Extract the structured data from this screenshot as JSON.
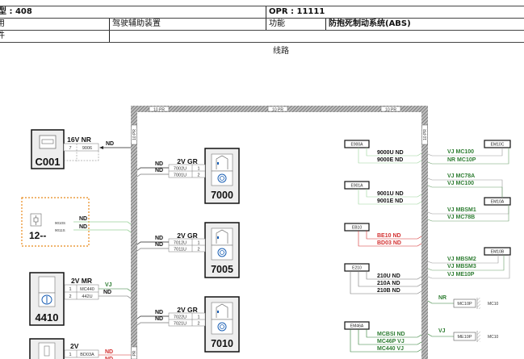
{
  "header": {
    "vehicle": "型 : 408",
    "opr": "OPR : 11111",
    "row2_left": "用",
    "row2_category": "驾驶辅助装置",
    "row2_function_label": "功能",
    "row2_function_value": "防抱死制动系统(ABS)",
    "row3_left": "件",
    "section_title": "线路"
  },
  "bus": {
    "label": "10 PR",
    "top_labels": [
      "10 PR",
      "10 PR",
      "10 PR"
    ],
    "side_labels": [
      "10 PR",
      "10 PR",
      "PR"
    ]
  },
  "colors": {
    "green": "#2e7d32",
    "red": "#d32f2f",
    "orange": "#e8891a",
    "gray": "#888888"
  },
  "left_components": [
    {
      "id": "C001",
      "connector": "16V NR",
      "pins": [
        {
          "pin": "7",
          "wire": "9006"
        }
      ],
      "signals": [
        "ND"
      ]
    },
    {
      "id": "12--",
      "pins": [
        {
          "wire": "9010S"
        },
        {
          "wire": "9011S"
        }
      ],
      "signals": [
        "ND",
        "ND"
      ]
    },
    {
      "id": "4410",
      "connector": "2V MR",
      "pins": [
        {
          "pin": "1",
          "wire": "MC440"
        },
        {
          "pin": "2",
          "wire": "442U"
        }
      ],
      "signals": [
        "VJ",
        "ND"
      ]
    },
    {
      "id": "",
      "connector": "2V",
      "pins": [
        {
          "pin": "1",
          "wire": "BD03A"
        }
      ],
      "signals": [
        "ND",
        "ND"
      ]
    }
  ],
  "sensors": [
    {
      "id": "7000",
      "connector": "2V GR",
      "pins": [
        {
          "pin": "1",
          "wire": "7002U"
        },
        {
          "pin": "2",
          "wire": "7001U"
        }
      ],
      "signals": [
        "ND",
        "ND"
      ]
    },
    {
      "id": "7005",
      "connector": "2V GR",
      "pins": [
        {
          "pin": "1",
          "wire": "7012U"
        },
        {
          "pin": "2",
          "wire": "7011U"
        }
      ],
      "signals": [
        "ND",
        "ND"
      ]
    },
    {
      "id": "7010",
      "connector": "2V GR",
      "pins": [
        {
          "pin": "1",
          "wire": "7022U"
        },
        {
          "pin": "2",
          "wire": "7021U"
        }
      ],
      "signals": [
        "ND",
        "ND"
      ]
    }
  ],
  "right_left_groups": [
    {
      "id": "E900A",
      "wires": [
        "9000U ND",
        "9000E ND"
      ]
    },
    {
      "id": "E901A",
      "wires": [
        "9001U ND",
        "9001E ND"
      ]
    },
    {
      "id": "EB10",
      "wires": [
        "BE10 ND",
        "BD03 ND"
      ]
    },
    {
      "id": "E210",
      "wires": [
        "210U ND",
        "210A ND",
        "210B ND"
      ]
    },
    {
      "id": "EM46A",
      "wires": [
        "MCBSI ND",
        "MC46P VJ",
        "MC440 VJ"
      ]
    }
  ],
  "right_right_groups": [
    {
      "id": "EM10C",
      "wires": [
        "VJ MC100",
        "NR MC10P"
      ]
    },
    {
      "id": "EM10A",
      "wires": [
        "VJ MC78A",
        "VJ MC100",
        "VJ MBSM1",
        "VJ MC78B"
      ]
    },
    {
      "id": "EM10B",
      "wires": [
        "VJ MBSM2",
        "VJ MBSM3",
        "VJ ME10P"
      ]
    }
  ],
  "grounds": [
    {
      "signal": "NR",
      "box": "MC10P",
      "label": "MC10"
    },
    {
      "signal": "VJ",
      "box": "ME10P",
      "label": "MC10"
    }
  ]
}
